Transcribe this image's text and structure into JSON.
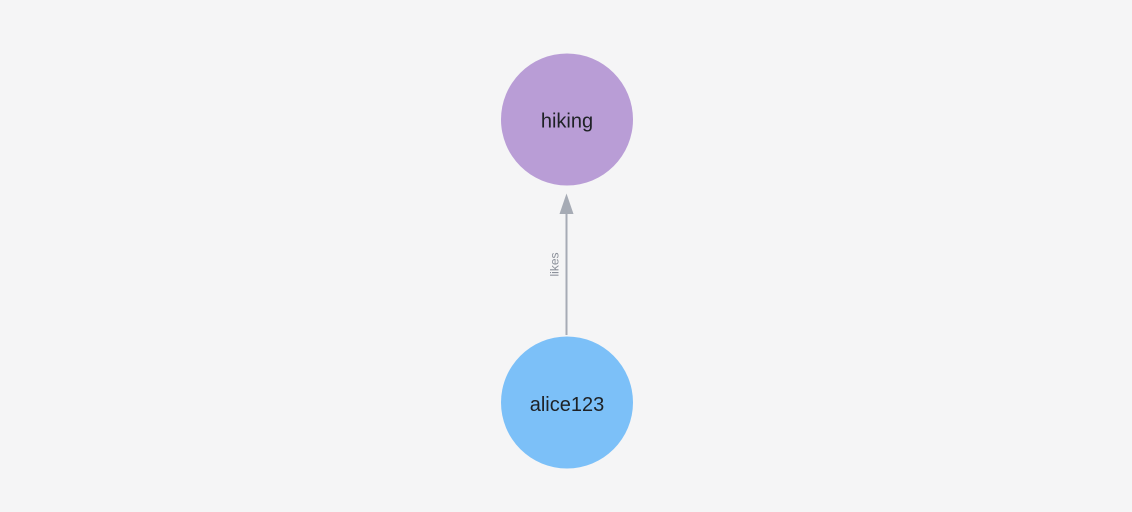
{
  "canvas": {
    "background": "#f5f5f6"
  },
  "graph": {
    "nodes": [
      {
        "id": "hiking",
        "label": "hiking",
        "color": "#b99dd6",
        "text_color": "#1e2125"
      },
      {
        "id": "alice123",
        "label": "alice123",
        "color": "#7cc0f8",
        "text_color": "#1e2125"
      }
    ],
    "edge": {
      "from": "alice123",
      "to": "hiking",
      "label": "likes",
      "color": "#a6abb5",
      "label_color": "#8b909a"
    }
  }
}
